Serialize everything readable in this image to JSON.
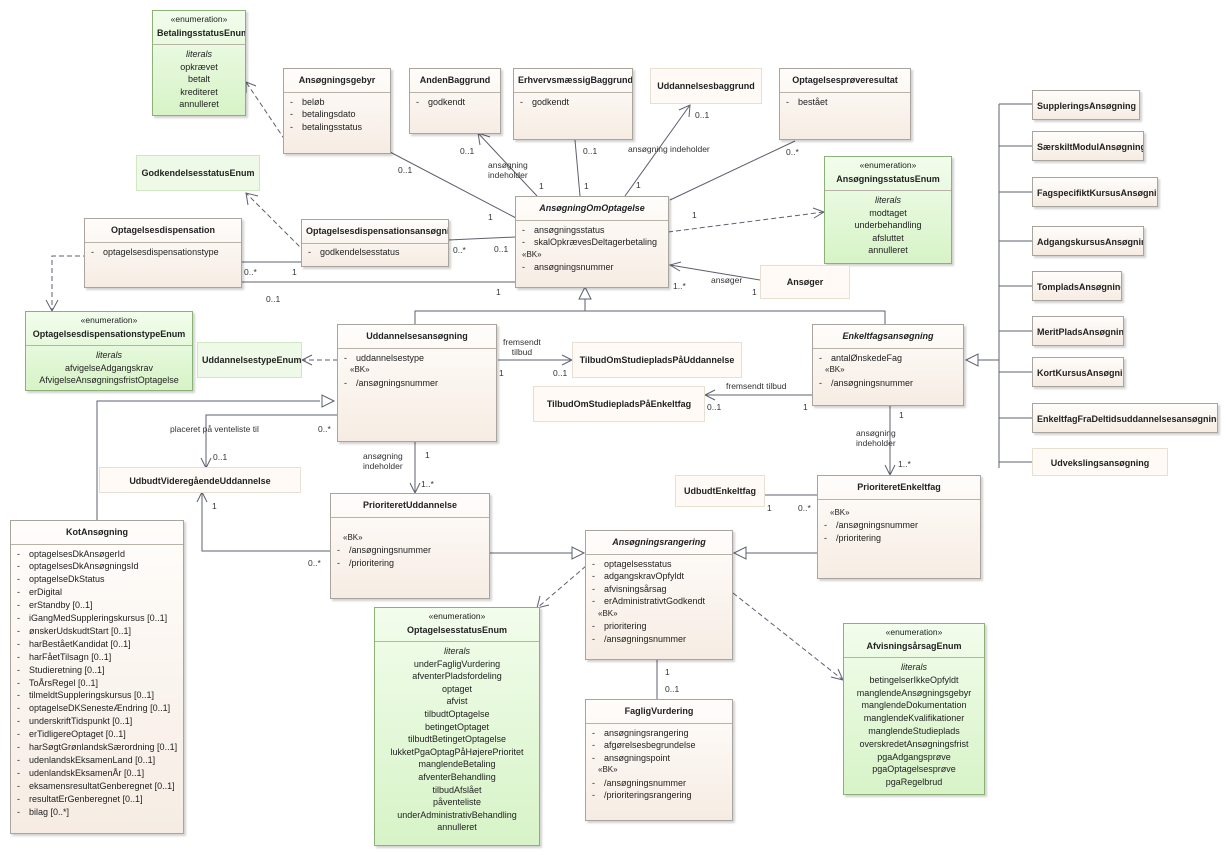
{
  "classes": {
    "betalingsstatus_enum": {
      "stereotype": "«enumeration»",
      "name": "BetalingsstatusEnum",
      "literals_heading": "literals",
      "literals": [
        "opkrævet",
        "betalt",
        "krediteret",
        "annulleret"
      ]
    },
    "ansoegningsgebyr": {
      "name": "Ansøgningsgebyr",
      "attrs": [
        "beløb",
        "betalingsdato",
        "betalingsstatus"
      ]
    },
    "anden_baggrund": {
      "name": "AndenBaggrund",
      "attrs": [
        "godkendt"
      ]
    },
    "erhvervsmaessig_baggrund": {
      "name": "ErhvervsmæssigBaggrund",
      "attrs": [
        "godkendt"
      ]
    },
    "uddannelsesbaggrund": {
      "name": "Uddannelsesbaggrund"
    },
    "optagelsesproeveresultat": {
      "name": "Optagelsesprøveresultat",
      "attrs": [
        "bestået"
      ]
    },
    "godkendelsesstatus_enum": {
      "name": "GodkendelsesstatusEnum"
    },
    "optagelsesdispensation": {
      "name": "Optagelsesdispensation",
      "attrs": [
        "optagelsesdispensationstype"
      ]
    },
    "optagelsesdispensationsansoegning": {
      "name": "Optagelsesdispensationsansøgning",
      "attrs": [
        "godkendelsesstatus"
      ]
    },
    "ansoegning_om_optagelse": {
      "name": "AnsøgningOmOptagelse",
      "attrs": [
        "ansøgningsstatus",
        "skalOpkrævesDeltagerbetaling"
      ],
      "bk": "«BK»",
      "bk_attrs": [
        "ansøgningsnummer"
      ]
    },
    "ansoegningsstatus_enum": {
      "stereotype": "«enumeration»",
      "name": "AnsøgningsstatusEnum",
      "literals_heading": "literals",
      "literals": [
        "modtaget",
        "underbehandling",
        "afsluttet",
        "annulleret"
      ]
    },
    "ansoeger": {
      "name": "Ansøger"
    },
    "optagelsesdispensationstype_enum": {
      "stereotype": "«enumeration»",
      "name": "OptagelsesdispensationstypeEnum",
      "literals_heading": "literals",
      "literals": [
        "afvigelseAdgangskrav",
        "AfvigelseAnsøgningsfristOptagelse"
      ]
    },
    "uddannelsestype_enum": {
      "name": "UddannelsestypeEnum"
    },
    "uddannelsesansoegning": {
      "name": "Uddannelsesansøgning",
      "attrs": [
        "uddannelsestype"
      ],
      "bk": "«BK»",
      "bk_attrs": [
        "/ansøgningsnummer"
      ]
    },
    "tilbud_uddannelse": {
      "name": "TilbudOmStudiepladsPåUddannelse"
    },
    "tilbud_enkeltfag": {
      "name": "TilbudOmStudiepladsPåEnkeltfag"
    },
    "enkeltfagsansoegning": {
      "name": "Enkeltfagsansøgning",
      "attrs": [
        "antalØnskedeFag"
      ],
      "bk": "«BK»",
      "bk_attrs": [
        "/ansøgningsnummer"
      ]
    },
    "udbudt_videregaaende": {
      "name": "UdbudtVideregåendeUddannelse"
    },
    "udbudt_enkeltfag": {
      "name": "UdbudtEnkeltfag"
    },
    "prioriteret_enkeltfag": {
      "name": "PrioriteretEnkeltfag",
      "bk": "«BK»",
      "bk_attrs": [
        "/ansøgningsnummer",
        "/prioritering"
      ]
    },
    "kot_ansoegning": {
      "name": "KotAnsøgning",
      "attrs": [
        "optagelsesDkAnsøgerId",
        "optagelsesDkAnsøgningsId",
        "optagelseDkStatus",
        "erDigital",
        "erStandby [0..1]",
        "iGangMedSuppleringskursus [0..1]",
        "ønskerUdskudtStart [0..1]",
        "harBeståetKandidat [0..1]",
        "harFåetTilsagn [0..1]",
        "Studieretning [0..1]",
        "ToÅrsRegel [0..1]",
        "tilmeldtSuppleringskursus [0..1]",
        "optagelseDKSenesteÆndring [0..1]",
        "underskriftTidspunkt [0..1]",
        "erTidligereOptaget [0..1]",
        "harSøgtGrønlandskSærordning [0..1]",
        "udenlandskEksamenLand [0..1]",
        "udenlandskEksamenÅr [0..1]",
        "eksamensresultatGenberegnet [0..1]",
        "resultatErGenberegnet [0..1]",
        "bilag [0..*]"
      ]
    },
    "prioriteret_uddannelse": {
      "name": "PrioriteretUddannelse",
      "bk": "«BK»",
      "bk_attrs": [
        "/ansøgningsnummer",
        "/prioritering"
      ]
    },
    "ansoegningsrangering": {
      "name": "Ansøgningsrangering",
      "attrs": [
        "optagelsesstatus",
        "adgangskravOpfyldt",
        "afvisningsårsag",
        "erAdministrativtGodkendt"
      ],
      "bk": "«BK»",
      "bk_attrs": [
        "prioritering",
        "/ansøgningsnummer"
      ]
    },
    "optagelsesstatus_enum": {
      "stereotype": "«enumeration»",
      "name": "OptagelsesstatusEnum",
      "literals_heading": "literals",
      "literals": [
        "underFagligVurdering",
        "afventerPladsfordeling",
        "optaget",
        "afvist",
        "tilbudtOptagelse",
        "betingetOptaget",
        "tilbudtBetingetOptagelse",
        "lukketPgaOptagPåHøjerePrioritet",
        "manglendeBetaling",
        "afventerBehandling",
        "tilbudAfslået",
        "påventeliste",
        "underAdministrativBehandling",
        "annulleret"
      ]
    },
    "faglig_vurdering": {
      "name": "FagligVurdering",
      "attrs": [
        "ansøgningsrangering",
        "afgørelsesbegrundelse",
        "ansøgningspoint"
      ],
      "bk": "«BK»",
      "bk_attrs": [
        "/ansøgningsnummer",
        "/prioriteringsrangering"
      ]
    },
    "afvisningsaarsag_enum": {
      "stereotype": "«enumeration»",
      "name": "AfvisningsårsagEnum",
      "literals_heading": "literals",
      "literals": [
        "betingelserIkkeOpfyldt",
        "manglendeAnsøgningsgebyr",
        "manglendeDokumentation",
        "manglendeKvalifikationer",
        "manglendeStudieplads",
        "overskredetAnsøgningsfrist",
        "pgaAdgangsprøve",
        "pgaOptagelsesprøve",
        "pgaRegelbrud"
      ]
    },
    "subtypes": [
      "SuppleringsAnsøgning",
      "SærskiltModulAnsøgning",
      "FagspecifiktKursusAnsøgning",
      "AdgangskursusAnsøgning",
      "TompladsAnsøgning",
      "MeritPladsAnsøgning",
      "KortKursusAnsøgning",
      "EnkeltfagFraDeltidsuddannelsesansøgning",
      "Udvekslingsansøgning"
    ]
  },
  "labels": {
    "m_gebyr_01": "0..1",
    "m_gebyr_1": "1",
    "m_anden_01": "0..1",
    "anden_role": "ansøgning\nindeholder",
    "m_anden_1": "1",
    "m_erhverv_01": "0..1",
    "m_erhverv_1": "1",
    "uddbagg_role": "ansøgning indeholder",
    "m_uddbagg_01": "0..1",
    "m_uddbagg_1": "1",
    "m_proeve_0s": "0..*",
    "m_proeve_1": "1",
    "m_dispans_0s": "0..*",
    "m_dispans_01": "0..1",
    "m_disp_0s": "0..*",
    "m_disp_1": "1",
    "m_disp_01": "0..1",
    "m_disp_1b": "1",
    "ansoeger_role": "ansøger",
    "m_ansoeger_1s": "1..*",
    "m_ansoeger_1": "1",
    "fremsendt_tilbud_1": "fremsendt\ntilbud",
    "m_ftu_1": "1",
    "m_ftu_01": "0..1",
    "fremsendt_tilbud_2": "fremsendt tilbud",
    "m_fte_01": "0..1",
    "m_fte_1": "1",
    "venteliste_role": "placeret på venteliste til",
    "m_vl_01": "0..1",
    "m_vl_0s": "0..*",
    "udd_role": "ansøgning\nindeholder",
    "m_udd_1": "1",
    "m_udd_1s": "1..*",
    "enk_role": "ansøgning\nindeholder",
    "m_enk_1": "1",
    "m_enk_1s": "1..*",
    "m_ue_1": "1",
    "m_ue_0s": "0..*",
    "m_kot_1": "1",
    "m_kot_0s": "0..*",
    "m_fv_1": "1",
    "m_fv_01": "0..1"
  }
}
